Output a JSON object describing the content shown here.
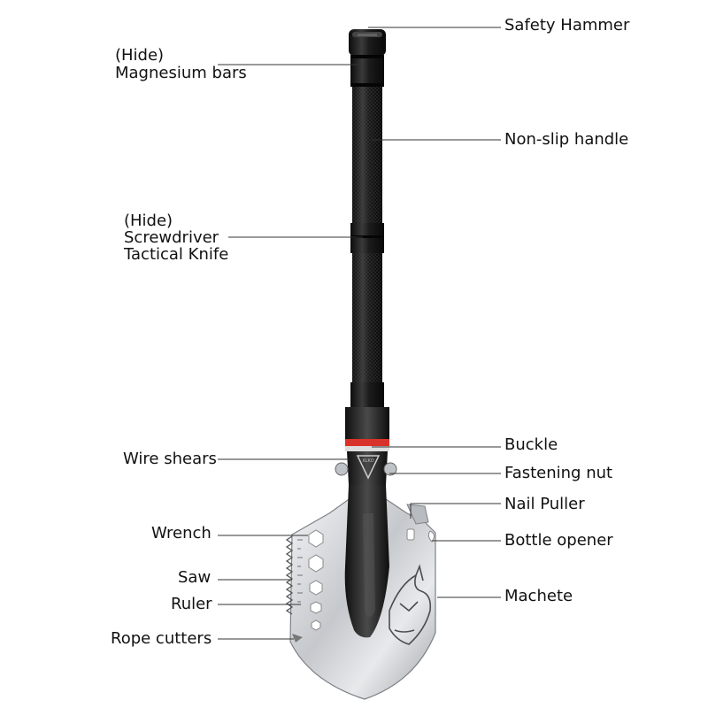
{
  "labels": {
    "safety_hammer": "Safety Hammer",
    "magnesium_hide": "(Hide)",
    "magnesium_bars": "Magnesium bars",
    "non_slip_handle": "Non-slip handle",
    "screwdriver_hide": "(Hide)",
    "screwdriver": "Screwdriver",
    "tactical_knife": "Tactical Knife",
    "buckle": "Buckle",
    "wire_shears": "Wire shears",
    "fastening_nut": "Fastening nut",
    "nail_puller": "Nail Puller",
    "wrench": "Wrench",
    "bottle_opener": "Bottle opener",
    "saw": "Saw",
    "machete": "Machete",
    "ruler": "Ruler",
    "rope_cutters": "Rope cutters"
  },
  "colors": {
    "handle": "#1a1a1a",
    "blade": "#c9ccd0",
    "buckle_ring": "#d9322a",
    "leader_line": "#333333"
  },
  "icons": {
    "shovel": "multi-tool-shovel",
    "wolf_emblem": "wolf-head-emblem"
  }
}
